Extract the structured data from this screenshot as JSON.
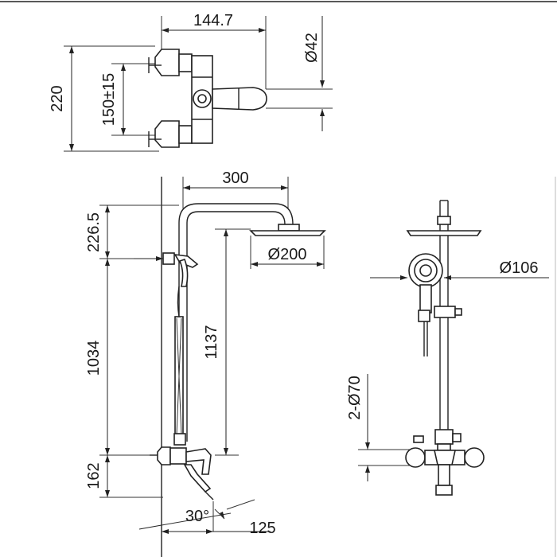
{
  "dimensions": {
    "mixer_width": "144.7",
    "mixer_height": "220",
    "inlet_spacing": "150±15",
    "outlet_diameter": "Ø42",
    "top_arm": "300",
    "head_offset": "226.5",
    "head_diameter": "Ø200",
    "riser_length": "1034",
    "overall_height": "1137",
    "bottom_height": "162",
    "spout_angle": "30°",
    "spout_length": "125",
    "hand_shower_diameter": "Ø106",
    "inlet_covers": "2-Ø70"
  }
}
